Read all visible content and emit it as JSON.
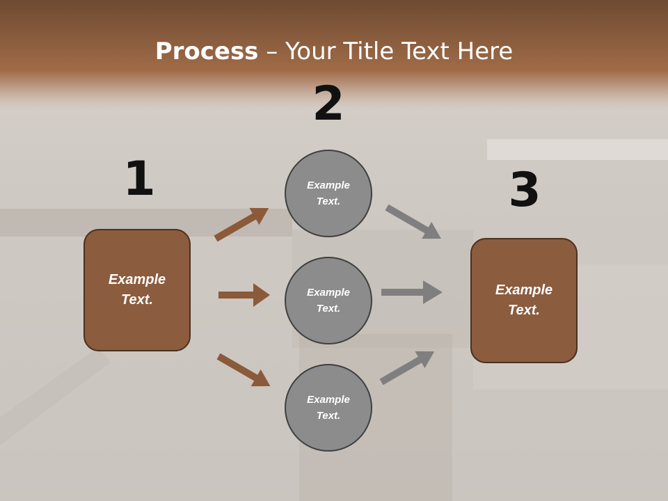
{
  "title": {
    "bold": "Process",
    "rest": " – Your Title Text Here"
  },
  "steps": {
    "one": "1",
    "two": "2",
    "three": "3"
  },
  "left_box": {
    "label": "Example\nText."
  },
  "right_box": {
    "label": "Example\nText."
  },
  "circles": [
    {
      "label": "Example\nText."
    },
    {
      "label": "Example\nText."
    },
    {
      "label": "Example\nText."
    }
  ],
  "colors": {
    "brown": "#8b5c3e",
    "gray": "#8c8c8c",
    "brown_arrow": "#8a5a3a",
    "gray_arrow": "#7f7f7f"
  },
  "icons": {
    "left_arrows": "arrow-right-icon",
    "right_arrows": "arrow-right-icon"
  }
}
